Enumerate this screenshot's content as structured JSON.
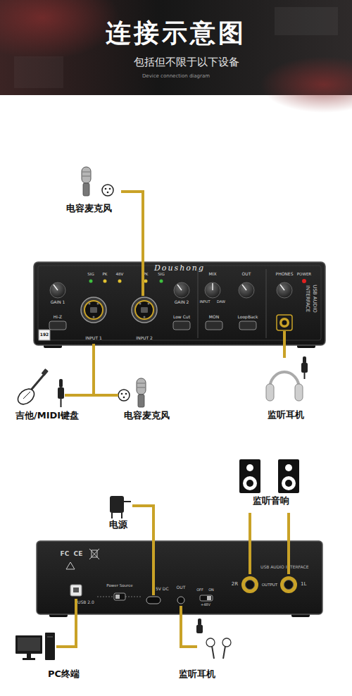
{
  "diagram": {
    "title": "连接示意图",
    "nodes": [
      {
        "text": [
          "电容麦克风"
        ]
      },
      {
        "text": [
          "Doushong"
        ]
      },
      {
        "text": [
          "INPUT 1"
        ],
        "in": 1
      },
      {
        "text": [
          "INPUT 2"
        ],
        "in": 1
      },
      {
        "text": [
          "PHONES"
        ],
        "in": 1
      },
      {
        "text": [
          "吉他/MIDI键盘"
        ]
      },
      {
        "text": [
          "电容麦克风"
        ]
      },
      {
        "text": [
          "监听耳机"
        ]
      },
      {
        "text": [
          "电源"
        ]
      },
      {
        "text": [
          "监听音响"
        ]
      },
      {
        "text": [
          "USB AUDIO INTERFACE"
        ]
      },
      {
        "text": [
          "USB 2.0"
        ],
        "in": 10
      },
      {
        "text": [
          "5V DC"
        ],
        "in": 10
      },
      {
        "text": [
          "OUT"
        ],
        "in": 10
      },
      {
        "text": [
          "2R"
        ],
        "in": 10
      },
      {
        "text": [
          "1L"
        ],
        "in": 10
      },
      {
        "text": [
          "PC终端"
        ]
      },
      {
        "text": [
          "监听耳机"
        ]
      }
    ],
    "edges": [
      {
        "from": 0,
        "to": 3,
        "arrow": "none"
      },
      {
        "from": 5,
        "to": 2,
        "arrow": "none"
      },
      {
        "from": 6,
        "to": 2,
        "arrow": "none"
      },
      {
        "from": 7,
        "to": 4,
        "arrow": "none"
      },
      {
        "from": 8,
        "to": 12,
        "arrow": "none"
      },
      {
        "from": 9,
        "to": 14,
        "arrow": "none"
      },
      {
        "from": 9,
        "to": 15,
        "arrow": "none"
      },
      {
        "from": 16,
        "to": 11,
        "arrow": "none"
      },
      {
        "from": 17,
        "to": 13,
        "arrow": "none"
      }
    ],
    "labels": [
      "包括但不限于以下设备",
      "Device connection diagram",
      "SIG",
      "PK",
      "48V",
      "PK",
      "SIG",
      "GAIN 1",
      "Hi-Z",
      "GAIN 2",
      "Low Cut",
      "MIX",
      "INPUT",
      "DAW",
      "MON",
      "OUT",
      "LoopBack",
      "POWER",
      "USB AUDIO",
      "INTERFACE",
      "192",
      "FC",
      "CE",
      "Power Source",
      "OFF",
      "ON",
      "+48V",
      "OUTPUT"
    ]
  }
}
